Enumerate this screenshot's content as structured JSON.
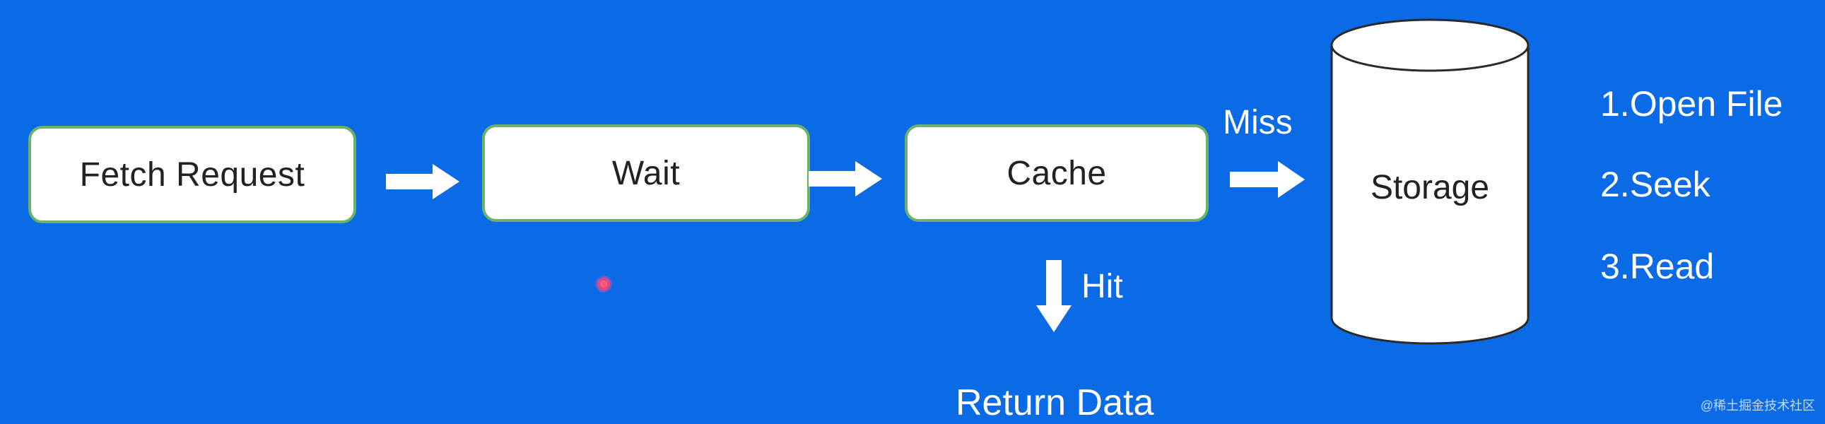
{
  "diagram": {
    "nodes": {
      "fetch_request": "Fetch Request",
      "wait": "Wait",
      "cache": "Cache",
      "storage": "Storage"
    },
    "edge_labels": {
      "miss": "Miss",
      "hit": "Hit"
    },
    "result_label": "Return Data",
    "storage_steps": [
      "1.Open File",
      "2.Seek",
      "3.Read"
    ],
    "watermark": "@稀土掘金技术社区"
  },
  "colors": {
    "background": "#0b6ae6",
    "box_border": "#6db26a",
    "box_fill": "#ffffff",
    "text_dark": "#222222",
    "text_light": "#ffffff"
  }
}
